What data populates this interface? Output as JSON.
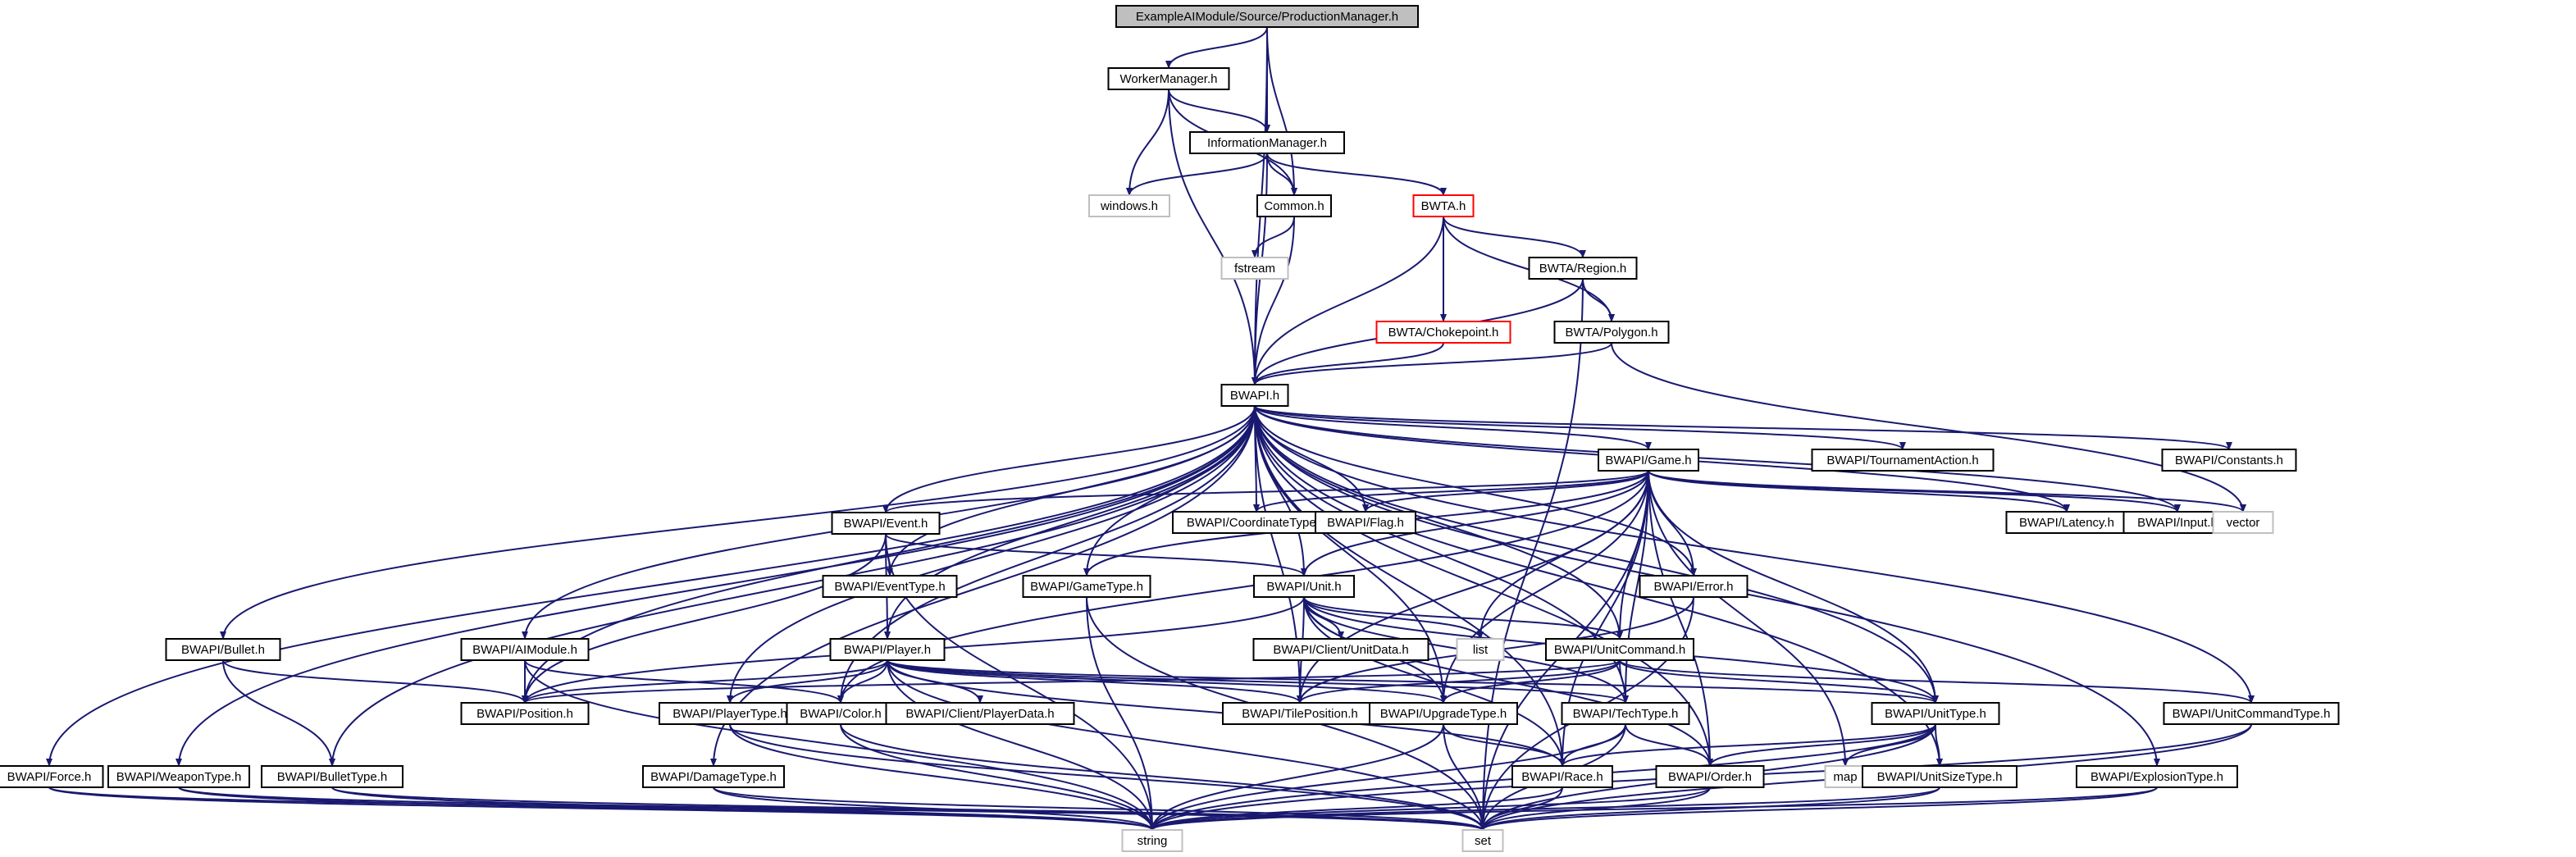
{
  "colors": {
    "edge": "#191970",
    "node_border": "#000000",
    "root_fill": "#bfbfbf",
    "external_border": "#bfbfbf",
    "missing_border": "#ff0000"
  },
  "nodes": [
    {
      "id": "root",
      "label": "ExampleAIModule/Source/ProductionManager.h",
      "kind": "root"
    },
    {
      "id": "worker",
      "label": "WorkerManager.h",
      "kind": "normal"
    },
    {
      "id": "info",
      "label": "InformationManager.h",
      "kind": "normal"
    },
    {
      "id": "windows",
      "label": "windows.h",
      "kind": "external"
    },
    {
      "id": "common",
      "label": "Common.h",
      "kind": "normal"
    },
    {
      "id": "bwta",
      "label": "BWTA.h",
      "kind": "missing"
    },
    {
      "id": "fstream",
      "label": "fstream",
      "kind": "external"
    },
    {
      "id": "region",
      "label": "BWTA/Region.h",
      "kind": "normal"
    },
    {
      "id": "choke",
      "label": "BWTA/Chokepoint.h",
      "kind": "missing"
    },
    {
      "id": "polygon",
      "label": "BWTA/Polygon.h",
      "kind": "normal"
    },
    {
      "id": "bwapi",
      "label": "BWAPI.h",
      "kind": "normal"
    },
    {
      "id": "game",
      "label": "BWAPI/Game.h",
      "kind": "normal"
    },
    {
      "id": "tournament",
      "label": "BWAPI/TournamentAction.h",
      "kind": "normal"
    },
    {
      "id": "constants",
      "label": "BWAPI/Constants.h",
      "kind": "normal"
    },
    {
      "id": "event",
      "label": "BWAPI/Event.h",
      "kind": "normal"
    },
    {
      "id": "coordtype",
      "label": "BWAPI/CoordinateType.h",
      "kind": "normal"
    },
    {
      "id": "flag",
      "label": "BWAPI/Flag.h",
      "kind": "normal"
    },
    {
      "id": "latency",
      "label": "BWAPI/Latency.h",
      "kind": "normal"
    },
    {
      "id": "input",
      "label": "BWAPI/Input.h",
      "kind": "normal"
    },
    {
      "id": "vector",
      "label": "vector",
      "kind": "external"
    },
    {
      "id": "eventtype",
      "label": "BWAPI/EventType.h",
      "kind": "normal"
    },
    {
      "id": "gametype",
      "label": "BWAPI/GameType.h",
      "kind": "normal"
    },
    {
      "id": "unit",
      "label": "BWAPI/Unit.h",
      "kind": "normal"
    },
    {
      "id": "error",
      "label": "BWAPI/Error.h",
      "kind": "normal"
    },
    {
      "id": "unitdata",
      "label": "BWAPI/Client/UnitData.h",
      "kind": "normal"
    },
    {
      "id": "list",
      "label": "list",
      "kind": "external"
    },
    {
      "id": "unitcommand",
      "label": "BWAPI/UnitCommand.h",
      "kind": "normal"
    },
    {
      "id": "bullet",
      "label": "BWAPI/Bullet.h",
      "kind": "normal"
    },
    {
      "id": "aimodule",
      "label": "BWAPI/AIModule.h",
      "kind": "normal"
    },
    {
      "id": "player",
      "label": "BWAPI/Player.h",
      "kind": "normal"
    },
    {
      "id": "position",
      "label": "BWAPI/Position.h",
      "kind": "normal"
    },
    {
      "id": "playertype",
      "label": "BWAPI/PlayerType.h",
      "kind": "normal"
    },
    {
      "id": "color",
      "label": "BWAPI/Color.h",
      "kind": "normal"
    },
    {
      "id": "playerdata",
      "label": "BWAPI/Client/PlayerData.h",
      "kind": "normal"
    },
    {
      "id": "tileposition",
      "label": "BWAPI/TilePosition.h",
      "kind": "normal"
    },
    {
      "id": "upgradetype",
      "label": "BWAPI/UpgradeType.h",
      "kind": "normal"
    },
    {
      "id": "techtype",
      "label": "BWAPI/TechType.h",
      "kind": "normal"
    },
    {
      "id": "unittype",
      "label": "BWAPI/UnitType.h",
      "kind": "normal"
    },
    {
      "id": "unitcommandtype",
      "label": "BWAPI/UnitCommandType.h",
      "kind": "normal"
    },
    {
      "id": "force",
      "label": "BWAPI/Force.h",
      "kind": "normal"
    },
    {
      "id": "weapontype",
      "label": "BWAPI/WeaponType.h",
      "kind": "normal"
    },
    {
      "id": "bullettype",
      "label": "BWAPI/BulletType.h",
      "kind": "normal"
    },
    {
      "id": "damagetype",
      "label": "BWAPI/DamageType.h",
      "kind": "normal"
    },
    {
      "id": "race",
      "label": "BWAPI/Race.h",
      "kind": "normal"
    },
    {
      "id": "order",
      "label": "BWAPI/Order.h",
      "kind": "normal"
    },
    {
      "id": "map",
      "label": "map",
      "kind": "external"
    },
    {
      "id": "unitsizetype",
      "label": "BWAPI/UnitSizeType.h",
      "kind": "normal"
    },
    {
      "id": "explosiontype",
      "label": "BWAPI/ExplosionType.h",
      "kind": "normal"
    },
    {
      "id": "string",
      "label": "string",
      "kind": "external"
    },
    {
      "id": "set",
      "label": "set",
      "kind": "external"
    }
  ],
  "edges": [
    [
      "root",
      "worker"
    ],
    [
      "root",
      "info"
    ],
    [
      "root",
      "common"
    ],
    [
      "root",
      "bwapi"
    ],
    [
      "worker",
      "info"
    ],
    [
      "worker",
      "windows"
    ],
    [
      "worker",
      "common"
    ],
    [
      "worker",
      "bwapi"
    ],
    [
      "info",
      "windows"
    ],
    [
      "info",
      "common"
    ],
    [
      "info",
      "bwta"
    ],
    [
      "info",
      "bwapi"
    ],
    [
      "common",
      "fstream"
    ],
    [
      "common",
      "bwapi"
    ],
    [
      "bwta",
      "region"
    ],
    [
      "bwta",
      "choke"
    ],
    [
      "bwta",
      "polygon"
    ],
    [
      "bwta",
      "bwapi"
    ],
    [
      "region",
      "polygon"
    ],
    [
      "region",
      "bwapi"
    ],
    [
      "region",
      "set"
    ],
    [
      "choke",
      "bwapi"
    ],
    [
      "polygon",
      "bwapi"
    ],
    [
      "polygon",
      "vector"
    ],
    [
      "bwapi",
      "game"
    ],
    [
      "bwapi",
      "tournament"
    ],
    [
      "bwapi",
      "constants"
    ],
    [
      "bwapi",
      "event"
    ],
    [
      "bwapi",
      "coordtype"
    ],
    [
      "bwapi",
      "flag"
    ],
    [
      "bwapi",
      "latency"
    ],
    [
      "bwapi",
      "input"
    ],
    [
      "bwapi",
      "eventtype"
    ],
    [
      "bwapi",
      "gametype"
    ],
    [
      "bwapi",
      "unit"
    ],
    [
      "bwapi",
      "error"
    ],
    [
      "bwapi",
      "unitcommand"
    ],
    [
      "bwapi",
      "bullet"
    ],
    [
      "bwapi",
      "aimodule"
    ],
    [
      "bwapi",
      "player"
    ],
    [
      "bwapi",
      "position"
    ],
    [
      "bwapi",
      "playertype"
    ],
    [
      "bwapi",
      "color"
    ],
    [
      "bwapi",
      "tileposition"
    ],
    [
      "bwapi",
      "upgradetype"
    ],
    [
      "bwapi",
      "techtype"
    ],
    [
      "bwapi",
      "unittype"
    ],
    [
      "bwapi",
      "unitcommandtype"
    ],
    [
      "bwapi",
      "force"
    ],
    [
      "bwapi",
      "weapontype"
    ],
    [
      "bwapi",
      "bullettype"
    ],
    [
      "bwapi",
      "damagetype"
    ],
    [
      "bwapi",
      "race"
    ],
    [
      "bwapi",
      "order"
    ],
    [
      "bwapi",
      "unitsizetype"
    ],
    [
      "bwapi",
      "explosiontype"
    ],
    [
      "game",
      "event"
    ],
    [
      "game",
      "coordtype"
    ],
    [
      "game",
      "flag"
    ],
    [
      "game",
      "latency"
    ],
    [
      "game",
      "input"
    ],
    [
      "game",
      "vector"
    ],
    [
      "game",
      "gametype"
    ],
    [
      "game",
      "unit"
    ],
    [
      "game",
      "error"
    ],
    [
      "game",
      "list"
    ],
    [
      "game",
      "unitcommand"
    ],
    [
      "game",
      "color"
    ],
    [
      "game",
      "tileposition"
    ],
    [
      "game",
      "upgradetype"
    ],
    [
      "game",
      "techtype"
    ],
    [
      "game",
      "unittype"
    ],
    [
      "game",
      "race"
    ],
    [
      "game",
      "order"
    ],
    [
      "game",
      "map"
    ],
    [
      "game",
      "set"
    ],
    [
      "event",
      "eventtype"
    ],
    [
      "event",
      "unit"
    ],
    [
      "event",
      "player"
    ],
    [
      "event",
      "position"
    ],
    [
      "event",
      "string"
    ],
    [
      "gametype",
      "string"
    ],
    [
      "gametype",
      "set"
    ],
    [
      "unit",
      "unitdata"
    ],
    [
      "unit",
      "list"
    ],
    [
      "unit",
      "unitcommand"
    ],
    [
      "unit",
      "position"
    ],
    [
      "unit",
      "tileposition"
    ],
    [
      "unit",
      "upgradetype"
    ],
    [
      "unit",
      "techtype"
    ],
    [
      "unit",
      "unittype"
    ],
    [
      "unit",
      "order"
    ],
    [
      "unit",
      "race"
    ],
    [
      "error",
      "tileposition"
    ],
    [
      "error",
      "set"
    ],
    [
      "unitcommand",
      "position"
    ],
    [
      "unitcommand",
      "tileposition"
    ],
    [
      "unitcommand",
      "upgradetype"
    ],
    [
      "unitcommand",
      "techtype"
    ],
    [
      "unitcommand",
      "unittype"
    ],
    [
      "unitcommand",
      "unitcommandtype"
    ],
    [
      "bullet",
      "position"
    ],
    [
      "bullet",
      "bullettype"
    ],
    [
      "aimodule",
      "position"
    ],
    [
      "aimodule",
      "color"
    ],
    [
      "aimodule",
      "string"
    ],
    [
      "player",
      "playertype"
    ],
    [
      "player",
      "color"
    ],
    [
      "player",
      "playerdata"
    ],
    [
      "player",
      "position"
    ],
    [
      "player",
      "tileposition"
    ],
    [
      "player",
      "upgradetype"
    ],
    [
      "player",
      "techtype"
    ],
    [
      "player",
      "unittype"
    ],
    [
      "player",
      "race"
    ],
    [
      "player",
      "string"
    ],
    [
      "player",
      "set"
    ],
    [
      "playertype",
      "string"
    ],
    [
      "playertype",
      "set"
    ],
    [
      "color",
      "string"
    ],
    [
      "color",
      "set"
    ],
    [
      "upgradetype",
      "race"
    ],
    [
      "upgradetype",
      "string"
    ],
    [
      "upgradetype",
      "set"
    ],
    [
      "techtype",
      "race"
    ],
    [
      "techtype",
      "order"
    ],
    [
      "techtype",
      "string"
    ],
    [
      "techtype",
      "set"
    ],
    [
      "unittype",
      "race"
    ],
    [
      "unittype",
      "order"
    ],
    [
      "unittype",
      "map"
    ],
    [
      "unittype",
      "unitsizetype"
    ],
    [
      "unittype",
      "string"
    ],
    [
      "unittype",
      "set"
    ],
    [
      "unitcommandtype",
      "string"
    ],
    [
      "unitcommandtype",
      "set"
    ],
    [
      "force",
      "string"
    ],
    [
      "force",
      "set"
    ],
    [
      "weapontype",
      "string"
    ],
    [
      "weapontype",
      "set"
    ],
    [
      "bullettype",
      "string"
    ],
    [
      "bullettype",
      "set"
    ],
    [
      "damagetype",
      "string"
    ],
    [
      "damagetype",
      "set"
    ],
    [
      "race",
      "string"
    ],
    [
      "race",
      "set"
    ],
    [
      "order",
      "string"
    ],
    [
      "order",
      "set"
    ],
    [
      "unitsizetype",
      "string"
    ],
    [
      "unitsizetype",
      "set"
    ],
    [
      "explosiontype",
      "string"
    ],
    [
      "explosiontype",
      "set"
    ]
  ]
}
